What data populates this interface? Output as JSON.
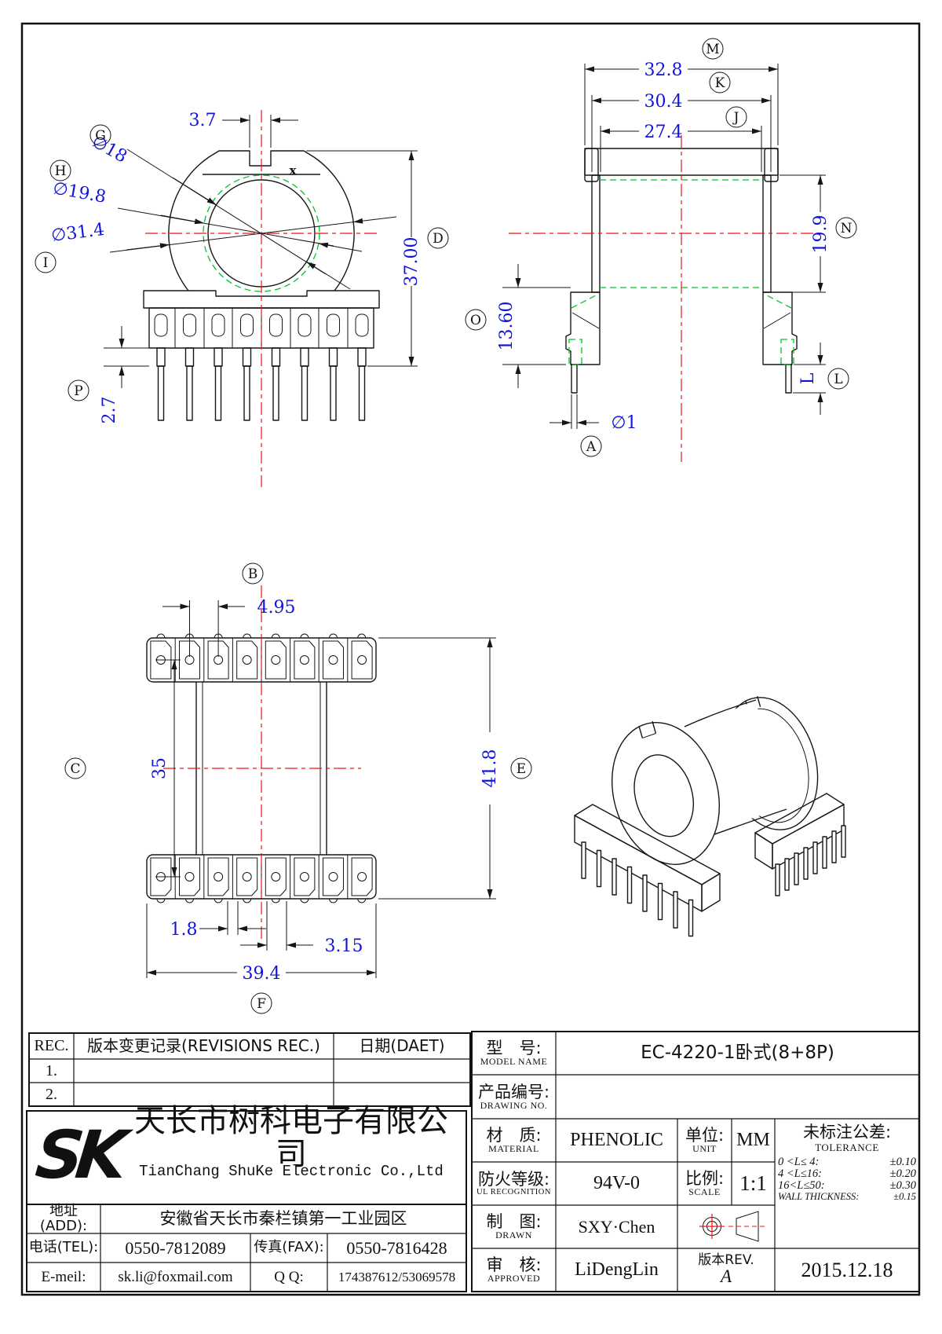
{
  "front_view": {
    "dim_slot": "3.7",
    "dia_inner": "∅18",
    "dia_mid": "∅19.8",
    "dia_outer": "∅31.4",
    "dim_height": "37.00",
    "dim_pin_step": "2.7",
    "mark_x": "x",
    "label_g": "G",
    "label_h": "H",
    "label_i": "I",
    "label_p": "P",
    "label_d": "D"
  },
  "side_view": {
    "dim_w_outer": "32.8",
    "dim_w_mid": "30.4",
    "dim_w_inner": "27.4",
    "dim_h_window": "19.9",
    "dim_h_base": "13.60",
    "dim_pin_len": "L",
    "dim_pin_dia": "∅1",
    "label_m": "M",
    "label_k": "K",
    "label_j": "J",
    "label_n": "N",
    "label_o": "O",
    "label_l": "L",
    "label_a": "A"
  },
  "top_view": {
    "dim_pitch": "4.95",
    "dim_width": "35",
    "dim_total_h": "41.8",
    "dim_off1": "1.8",
    "dim_off2": "3.15",
    "dim_total_w": "39.4",
    "label_b": "B",
    "label_c": "C",
    "label_e": "E",
    "label_f": "F"
  },
  "revisions": {
    "col_rec": "REC.",
    "col_desc": "版本变更记录(REVISIONS REC.)",
    "col_date": "日期(DAET)",
    "row1": "1.",
    "row2": "2."
  },
  "company": {
    "logo": "SK",
    "name_cn": "天长市树科电子有限公司",
    "name_en": "TianChang ShuKe Electronic Co.,Ltd",
    "addr_label": "地址(ADD):",
    "addr": "安徽省天长市秦栏镇第一工业园区",
    "tel_label": "电话(TEL):",
    "tel": "0550-7812089",
    "fax_label": "传真(FAX):",
    "fax": "0550-7816428",
    "email_label": "E-meil:",
    "email": "sk.li@foxmail.com",
    "qq_label": "Q Q:",
    "qq": "174387612/53069578"
  },
  "spec": {
    "model_label": "型　号:",
    "model_sub": "MODEL NAME",
    "model": "EC-4220-1卧式(8+8P)",
    "pn_label": "产品编号:",
    "pn_sub": "DRAWING NO.",
    "pn": "",
    "material_label": "材　质:",
    "material_sub": "MATERIAL",
    "material": "PHENOLIC",
    "unit_label": "单位:",
    "unit_sub": "UNIT",
    "unit": "MM",
    "fire_label": "防火等级:",
    "fire_sub": "UL RECOGNITION",
    "fire": "94V-0",
    "scale_label": "比例:",
    "scale_sub": "SCALE",
    "scale": "1:1",
    "drawn_label": "制　图:",
    "drawn_sub": "DRAWN",
    "drawn": "SXY·Chen",
    "approved_label": "审　核:",
    "approved_sub": "APPROVED",
    "approved": "LiDengLin",
    "rev_label": "版本REV.",
    "rev": "A",
    "date": "2015.12.18"
  },
  "tolerance": {
    "title_cn": "未标注公差:",
    "title_en": "TOLERANCE",
    "rows": [
      {
        "range": "0 <L≤ 4:",
        "val": "±0.10"
      },
      {
        "range": "4 <L≤16:",
        "val": "±0.20"
      },
      {
        "range": "16<L≤50:",
        "val": "±0.30"
      },
      {
        "range": "WALL THICKNESS:",
        "val": "±0.15"
      }
    ]
  }
}
